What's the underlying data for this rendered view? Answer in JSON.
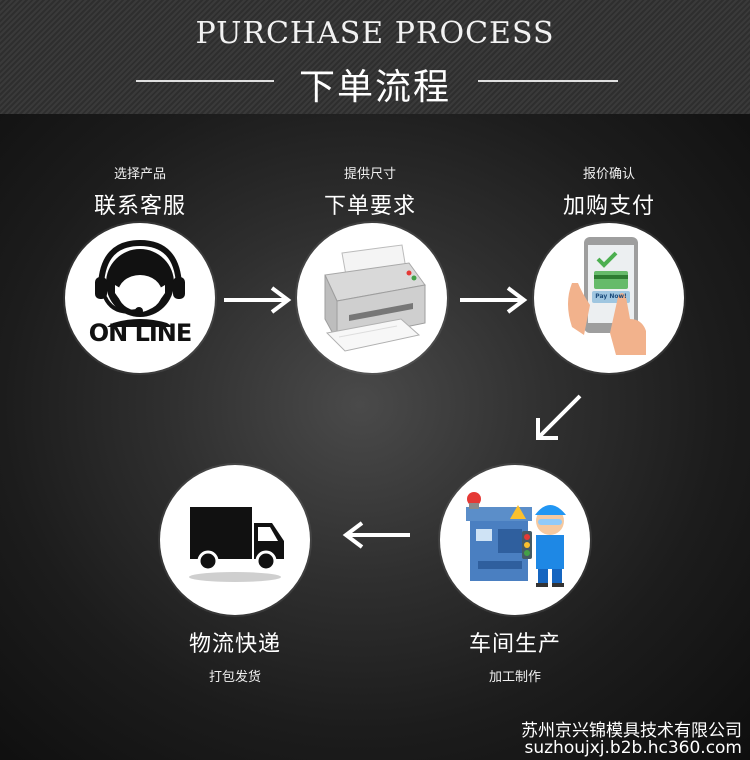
{
  "header": {
    "title_en": "PURCHASE PROCESS",
    "title_cn": "下单流程"
  },
  "steps": [
    {
      "sub": "选择产品",
      "main": "联系客服",
      "icon": "headset-online-icon",
      "icon_text": "ON LINE"
    },
    {
      "sub": "提供尺寸",
      "main": "下单要求",
      "icon": "printer-icon"
    },
    {
      "sub": "报价确认",
      "main": "加购支付",
      "icon": "mobile-payment-icon",
      "icon_text": "Pay Now!"
    },
    {
      "sub": "加工制作",
      "main": "车间生产",
      "icon": "factory-worker-icon"
    },
    {
      "sub": "打包发货",
      "main": "物流快递",
      "icon": "delivery-truck-icon"
    }
  ],
  "footer": {
    "company": "苏州京兴锦模具技术有限公司",
    "url": "suzhoujxj.b2b.hc360.com"
  },
  "colors": {
    "background": "#121212",
    "circle": "#ffffff",
    "text": "#ffffff",
    "check_green": "#4caf50",
    "pay_button": "#9fc6e0"
  }
}
